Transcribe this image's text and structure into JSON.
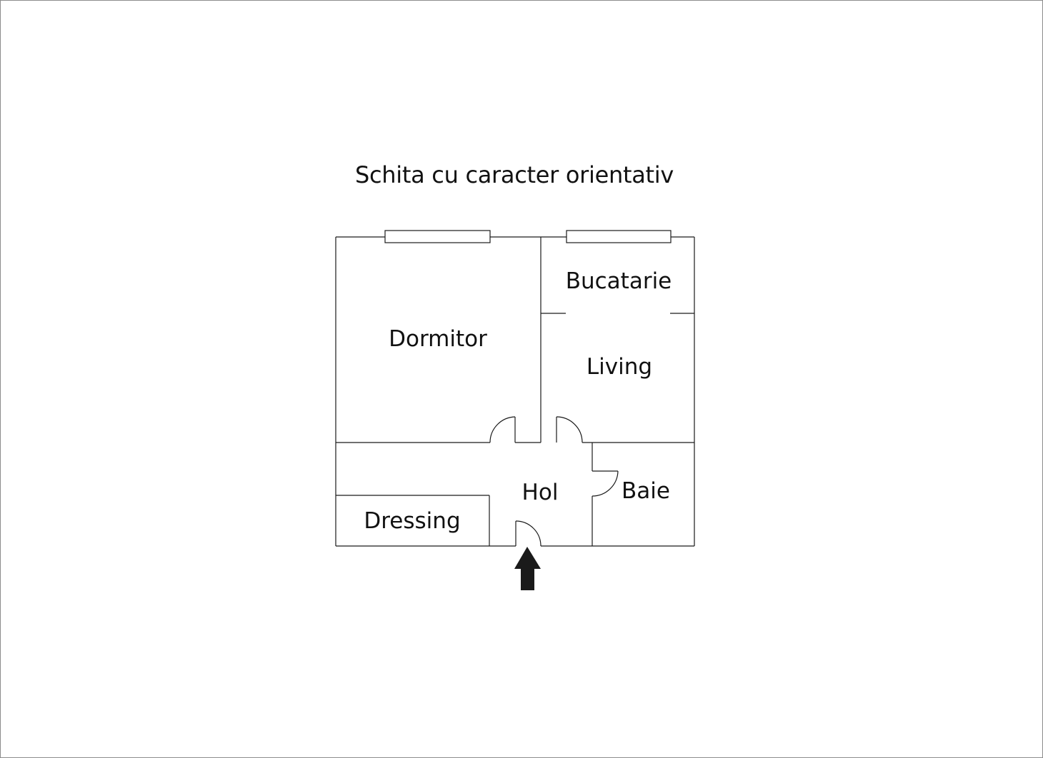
{
  "title": "Schita cu caracter orientativ",
  "rooms": {
    "dormitor": "Dormitor",
    "bucatarie": "Bucatarie",
    "living": "Living",
    "hol": "Hol",
    "baie": "Baie",
    "dressing": "Dressing"
  },
  "colors": {
    "line": "#1a1a1a",
    "background": "#ffffff",
    "frame": "#8c8c8c"
  }
}
